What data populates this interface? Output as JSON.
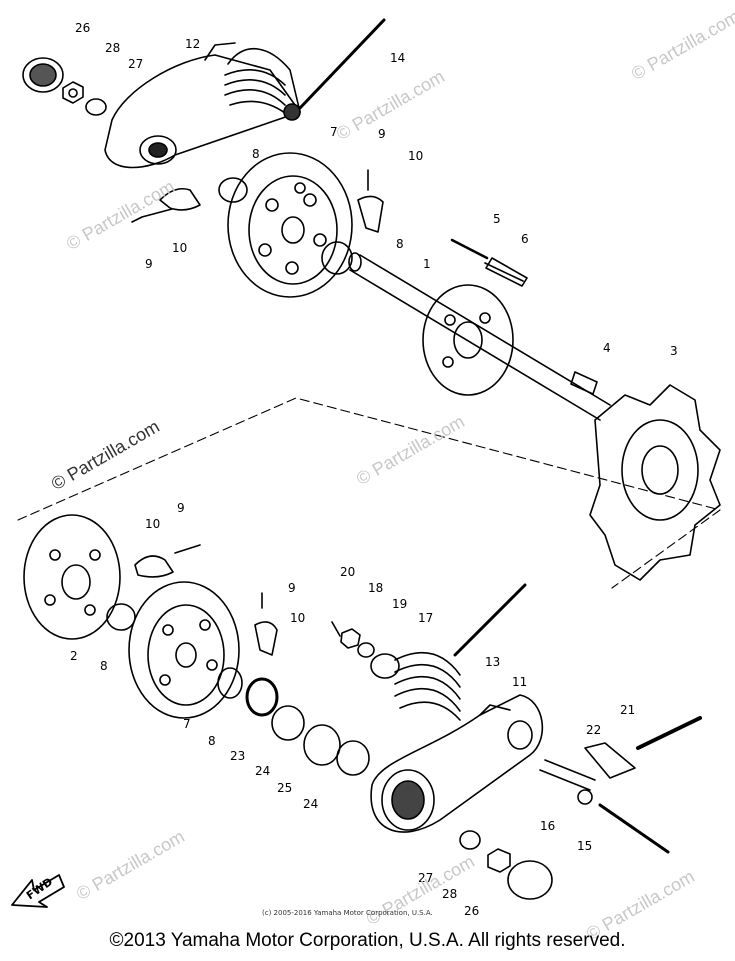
{
  "watermarks": {
    "top_right": "© Partzilla.com",
    "upper_mid": "© Partzilla.com",
    "left_mid": "© Partzilla.com",
    "center": "© Partzilla.com",
    "right_mid": "© Partzilla.com",
    "low_left": "© Partzilla.com",
    "low_mid": "© Partzilla.com",
    "low_right": "© Partzilla.com"
  },
  "fwd_label": "FWD",
  "small_copyright": "(c) 2005-2016 Yamaha Motor Corporation, U.S.A.",
  "copyright": "©2013 Yamaha Motor Corporation, U.S.A. All rights reserved.",
  "callouts": {
    "c26a": "26",
    "c28a": "28",
    "c27a": "27",
    "c12": "12",
    "c14": "14",
    "c8a": "8",
    "c10a": "10",
    "c9a": "9",
    "c7a": "7",
    "c9b": "9",
    "c10b": "10",
    "c8b": "8",
    "c5": "5",
    "c6": "6",
    "c1": "1",
    "c4": "4",
    "c3": "3",
    "c10c": "10",
    "c9c": "9",
    "c2": "2",
    "c8c": "8",
    "c9d": "9",
    "c10d": "10",
    "c7b": "7",
    "c8d": "8",
    "c23": "23",
    "c24a": "24",
    "c25": "25",
    "c24b": "24",
    "c20": "20",
    "c18": "18",
    "c19": "19",
    "c17": "17",
    "c13": "13",
    "c11": "11",
    "c21": "21",
    "c22": "22",
    "c16": "16",
    "c15": "15",
    "c27b": "27",
    "c28b": "28",
    "c26b": "26"
  }
}
